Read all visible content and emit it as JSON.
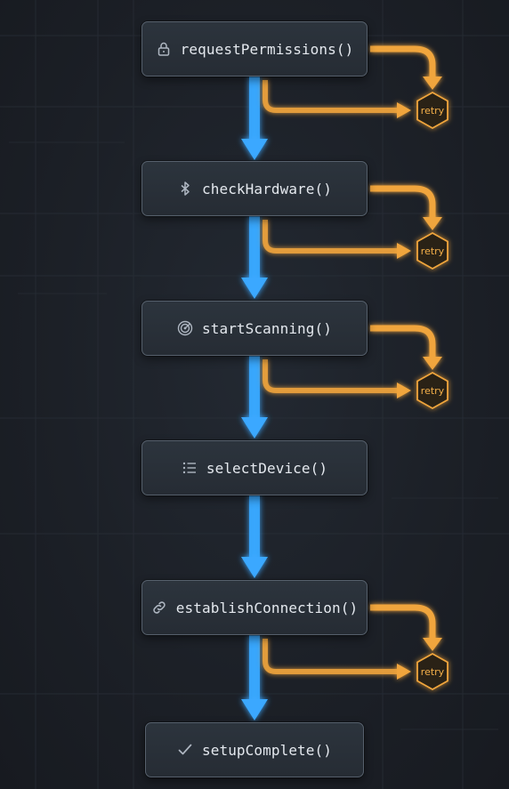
{
  "colors": {
    "main_flow": "#3aa8ff",
    "retry_flow": "#f0a53c",
    "node_border": "#56606c",
    "node_text": "#e4e8ee"
  },
  "steps": [
    {
      "label": "requestPermissions()",
      "icon": "lock-icon",
      "retry": "retry"
    },
    {
      "label": "checkHardware()",
      "icon": "bluetooth-icon",
      "retry": "retry"
    },
    {
      "label": "startScanning()",
      "icon": "radar-icon",
      "retry": "retry"
    },
    {
      "label": "selectDevice()",
      "icon": "list-icon"
    },
    {
      "label": "establishConnection()",
      "icon": "link-icon",
      "retry": "retry"
    },
    {
      "label": "setupComplete()",
      "icon": "check-icon"
    }
  ]
}
